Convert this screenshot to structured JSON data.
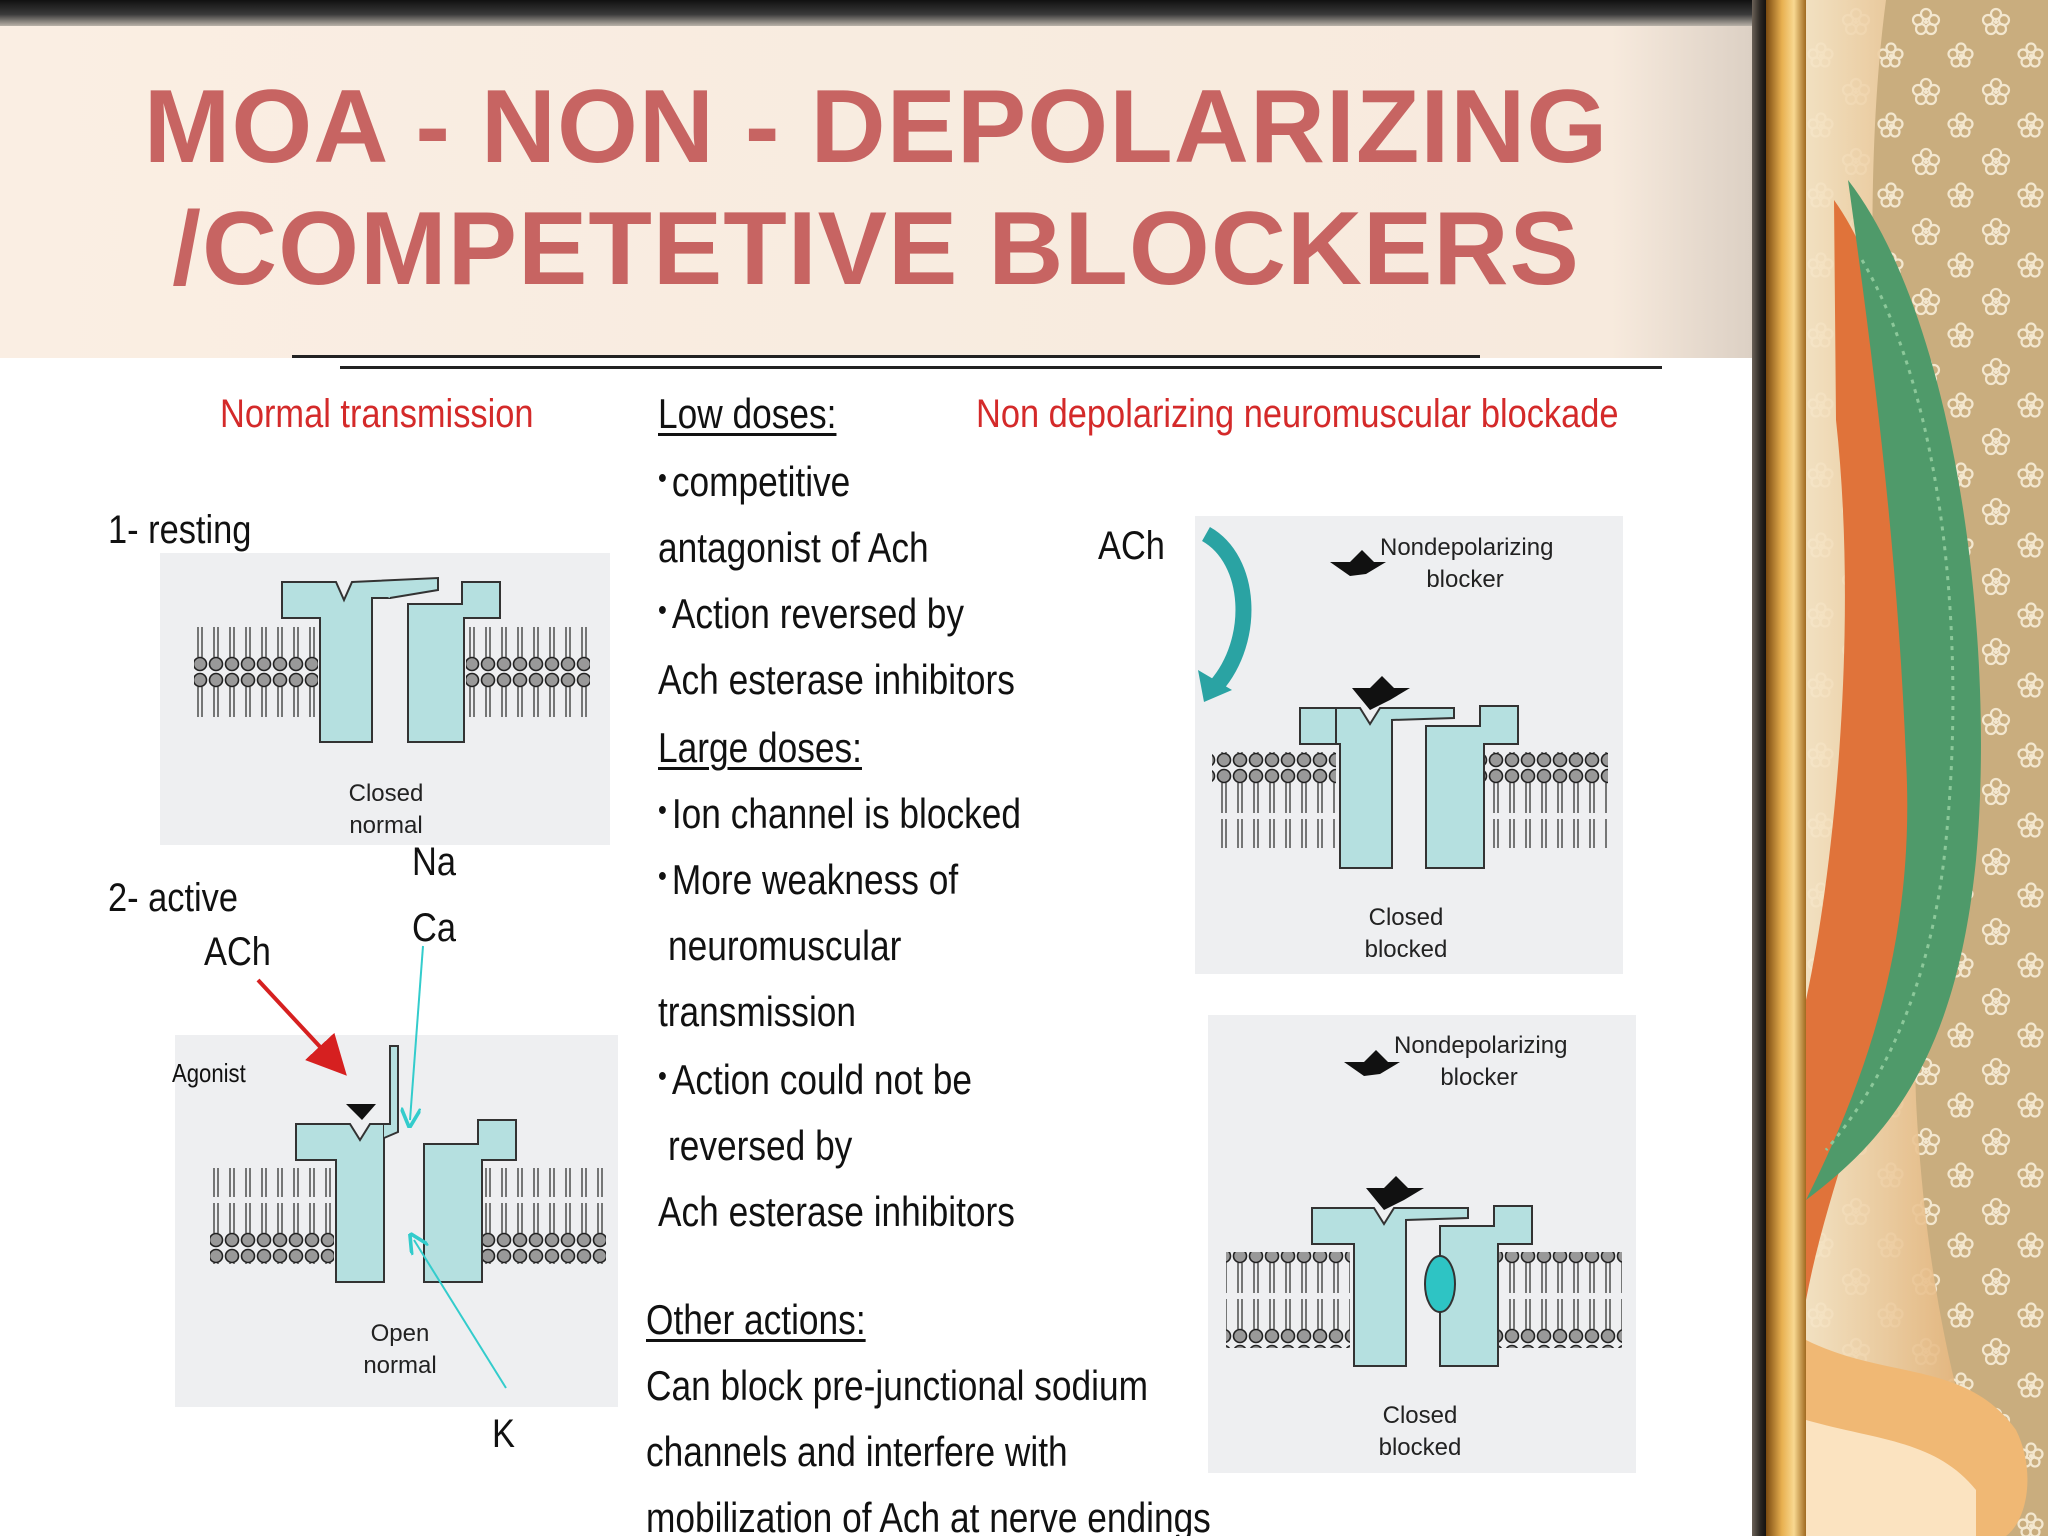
{
  "title": {
    "line1": "MOA - NON - DEPOLARIZING",
    "line2": "/COMPETETIVE BLOCKERS"
  },
  "left": {
    "heading": "Normal transmission",
    "resting_label": "1- resting",
    "active_label": "2- active",
    "ach_label": "ACh",
    "na_label": "Na",
    "ca_label": "Ca",
    "k_label": "K",
    "agonist_label": "Agonist",
    "resting_caption": [
      "Closed",
      "normal"
    ],
    "active_caption": [
      "Open",
      "normal"
    ]
  },
  "middle": {
    "low_heading": "Low doses:",
    "low_lines": [
      "competitive",
      "antagonist of Ach",
      "Action reversed by",
      "Ach esterase inhibitors"
    ],
    "large_heading": "Large doses:",
    "large_lines": [
      "Ion channel is blocked",
      "More weakness of",
      "neuromuscular",
      "transmission",
      "Action could not be",
      "reversed by",
      "Ach esterase inhibitors"
    ],
    "other_heading": "Other actions:",
    "other_lines": [
      "Can block pre-junctional sodium",
      "channels and interfere with",
      "mobilization of Ach at nerve endings"
    ]
  },
  "right": {
    "heading": "Non depolarizing neuromuscular blockade",
    "ach_label": "ACh",
    "blocker_caption": [
      "Nondepolarizing",
      "blocker"
    ],
    "top_caption": [
      "Closed",
      "blocked"
    ],
    "bottom_caption": [
      "Closed",
      "blocked"
    ]
  },
  "colors": {
    "title": "#c76462",
    "heading_red": "#d42a2a",
    "channel": "#b5e0e0",
    "arrow_teal": "#2aa3a3"
  }
}
